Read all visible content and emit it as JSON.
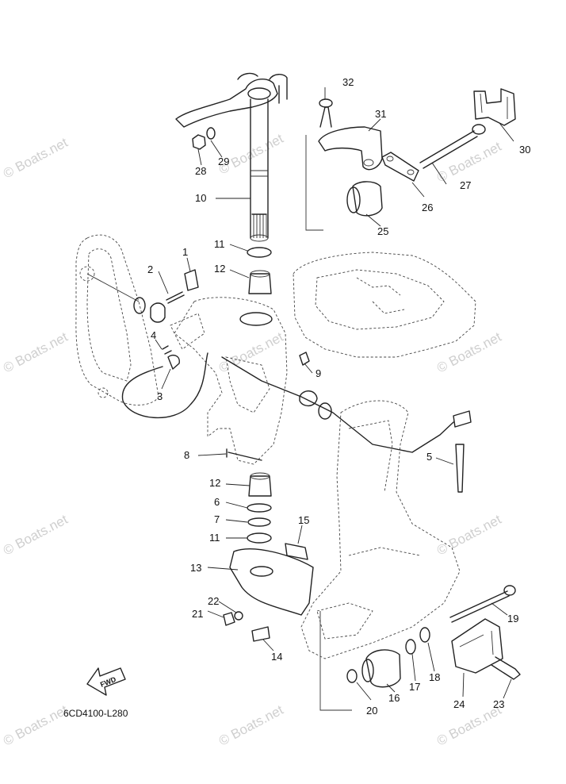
{
  "watermark": "© Boats.net",
  "diagram_code": "6CD4100-L280",
  "fwd_label": "FWD",
  "callouts": [
    "1",
    "2",
    "3",
    "4",
    "5",
    "6",
    "7",
    "8",
    "9",
    "10",
    "11",
    "12",
    "13",
    "14",
    "15",
    "16",
    "17",
    "18",
    "19",
    "20",
    "21",
    "22",
    "23",
    "24",
    "25",
    "26",
    "27",
    "28",
    "29",
    "30",
    "31",
    "32",
    "11",
    "12"
  ]
}
